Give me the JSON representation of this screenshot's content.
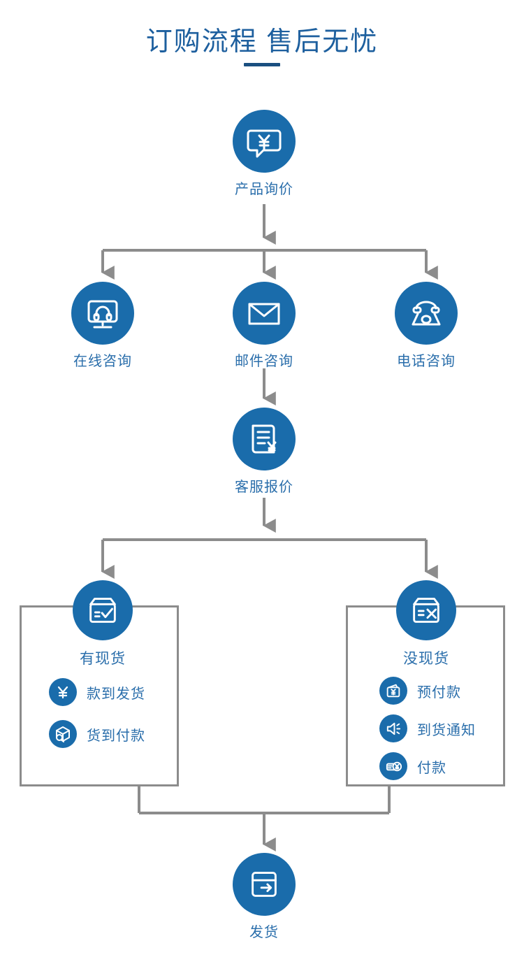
{
  "header": {
    "title": "订购流程  售后无忧",
    "accent_color": "#1a4f80"
  },
  "theme": {
    "icon_circle_color": "#1a6cab",
    "label_text_color": "#2a6eab",
    "connector_color": "#8c8c8c",
    "box_border_color": "#8c8c8c",
    "background": "#ffffff"
  },
  "flow": {
    "start": {
      "label": "产品询价",
      "icon": "speech-bubble-yen-icon"
    },
    "contact_methods": [
      {
        "label": "在线咨询",
        "icon": "monitor-headset-icon"
      },
      {
        "label": "邮件咨询",
        "icon": "envelope-icon"
      },
      {
        "label": "电话咨询",
        "icon": "telephone-icon"
      }
    ],
    "quote": {
      "label": "客服报价",
      "icon": "document-yen-icon"
    },
    "stock_branches": [
      {
        "label": "有现货",
        "icon": "box-check-icon",
        "options": [
          {
            "label": "款到发货",
            "icon": "yen-circle-icon"
          },
          {
            "label": "货到付款",
            "icon": "package-search-icon"
          }
        ]
      },
      {
        "label": "没现货",
        "icon": "box-cross-icon",
        "options": [
          {
            "label": "预付款",
            "icon": "wallet-yen-icon"
          },
          {
            "label": "到货通知",
            "icon": "speaker-notify-icon"
          },
          {
            "label": "付款",
            "icon": "card-yen-icon"
          }
        ]
      }
    ],
    "end": {
      "label": "发货",
      "icon": "box-arrow-out-icon"
    }
  }
}
